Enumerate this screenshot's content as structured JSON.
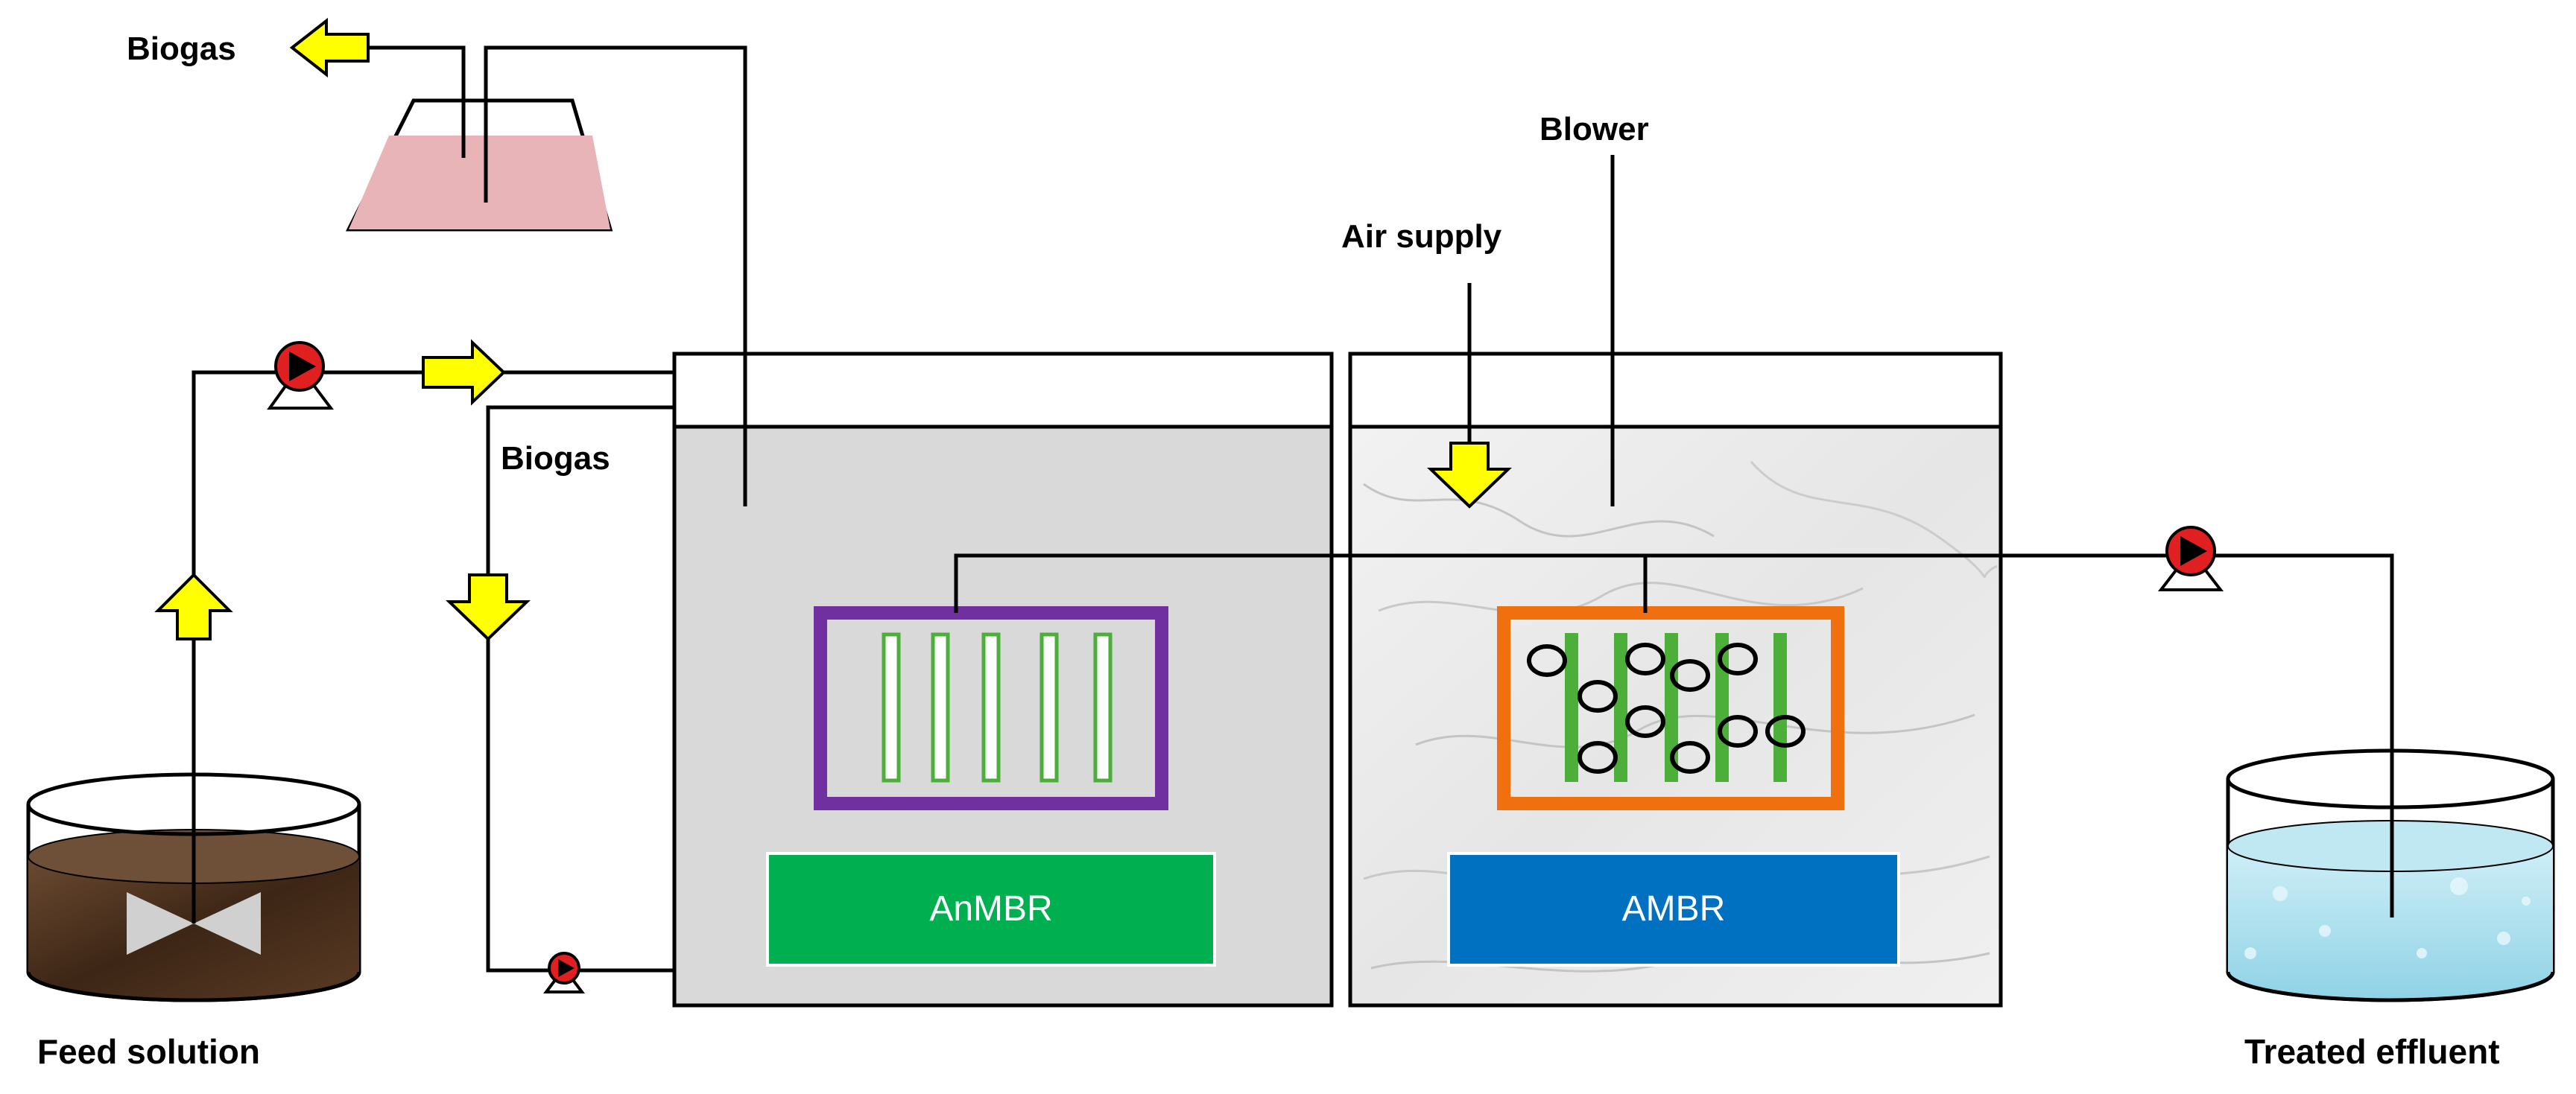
{
  "labels": {
    "biogas_top": "Biogas",
    "biogas_side": "Biogas",
    "blower": "Blower",
    "air_supply": "Air supply",
    "feed_solution": "Feed solution",
    "treated_effluent": "Treated effluent",
    "anmbr": "AnMBR",
    "ambr": "AMBR"
  },
  "colors": {
    "arrow": "#ffff00",
    "pump": "#e02020",
    "anmbr_label_bg": "#00b050",
    "ambr_label_bg": "#0070c0",
    "anmbr_frame": "#7030a0",
    "ambr_frame": "#f07010",
    "fiber_green": "#4caf3a",
    "anaerobic_liquid": "#d9d9d9",
    "gas_bottle_liquid": "#e8b4b8",
    "feed_liquid": "#4a3020",
    "effluent_liquid": "#a8e0ee"
  }
}
